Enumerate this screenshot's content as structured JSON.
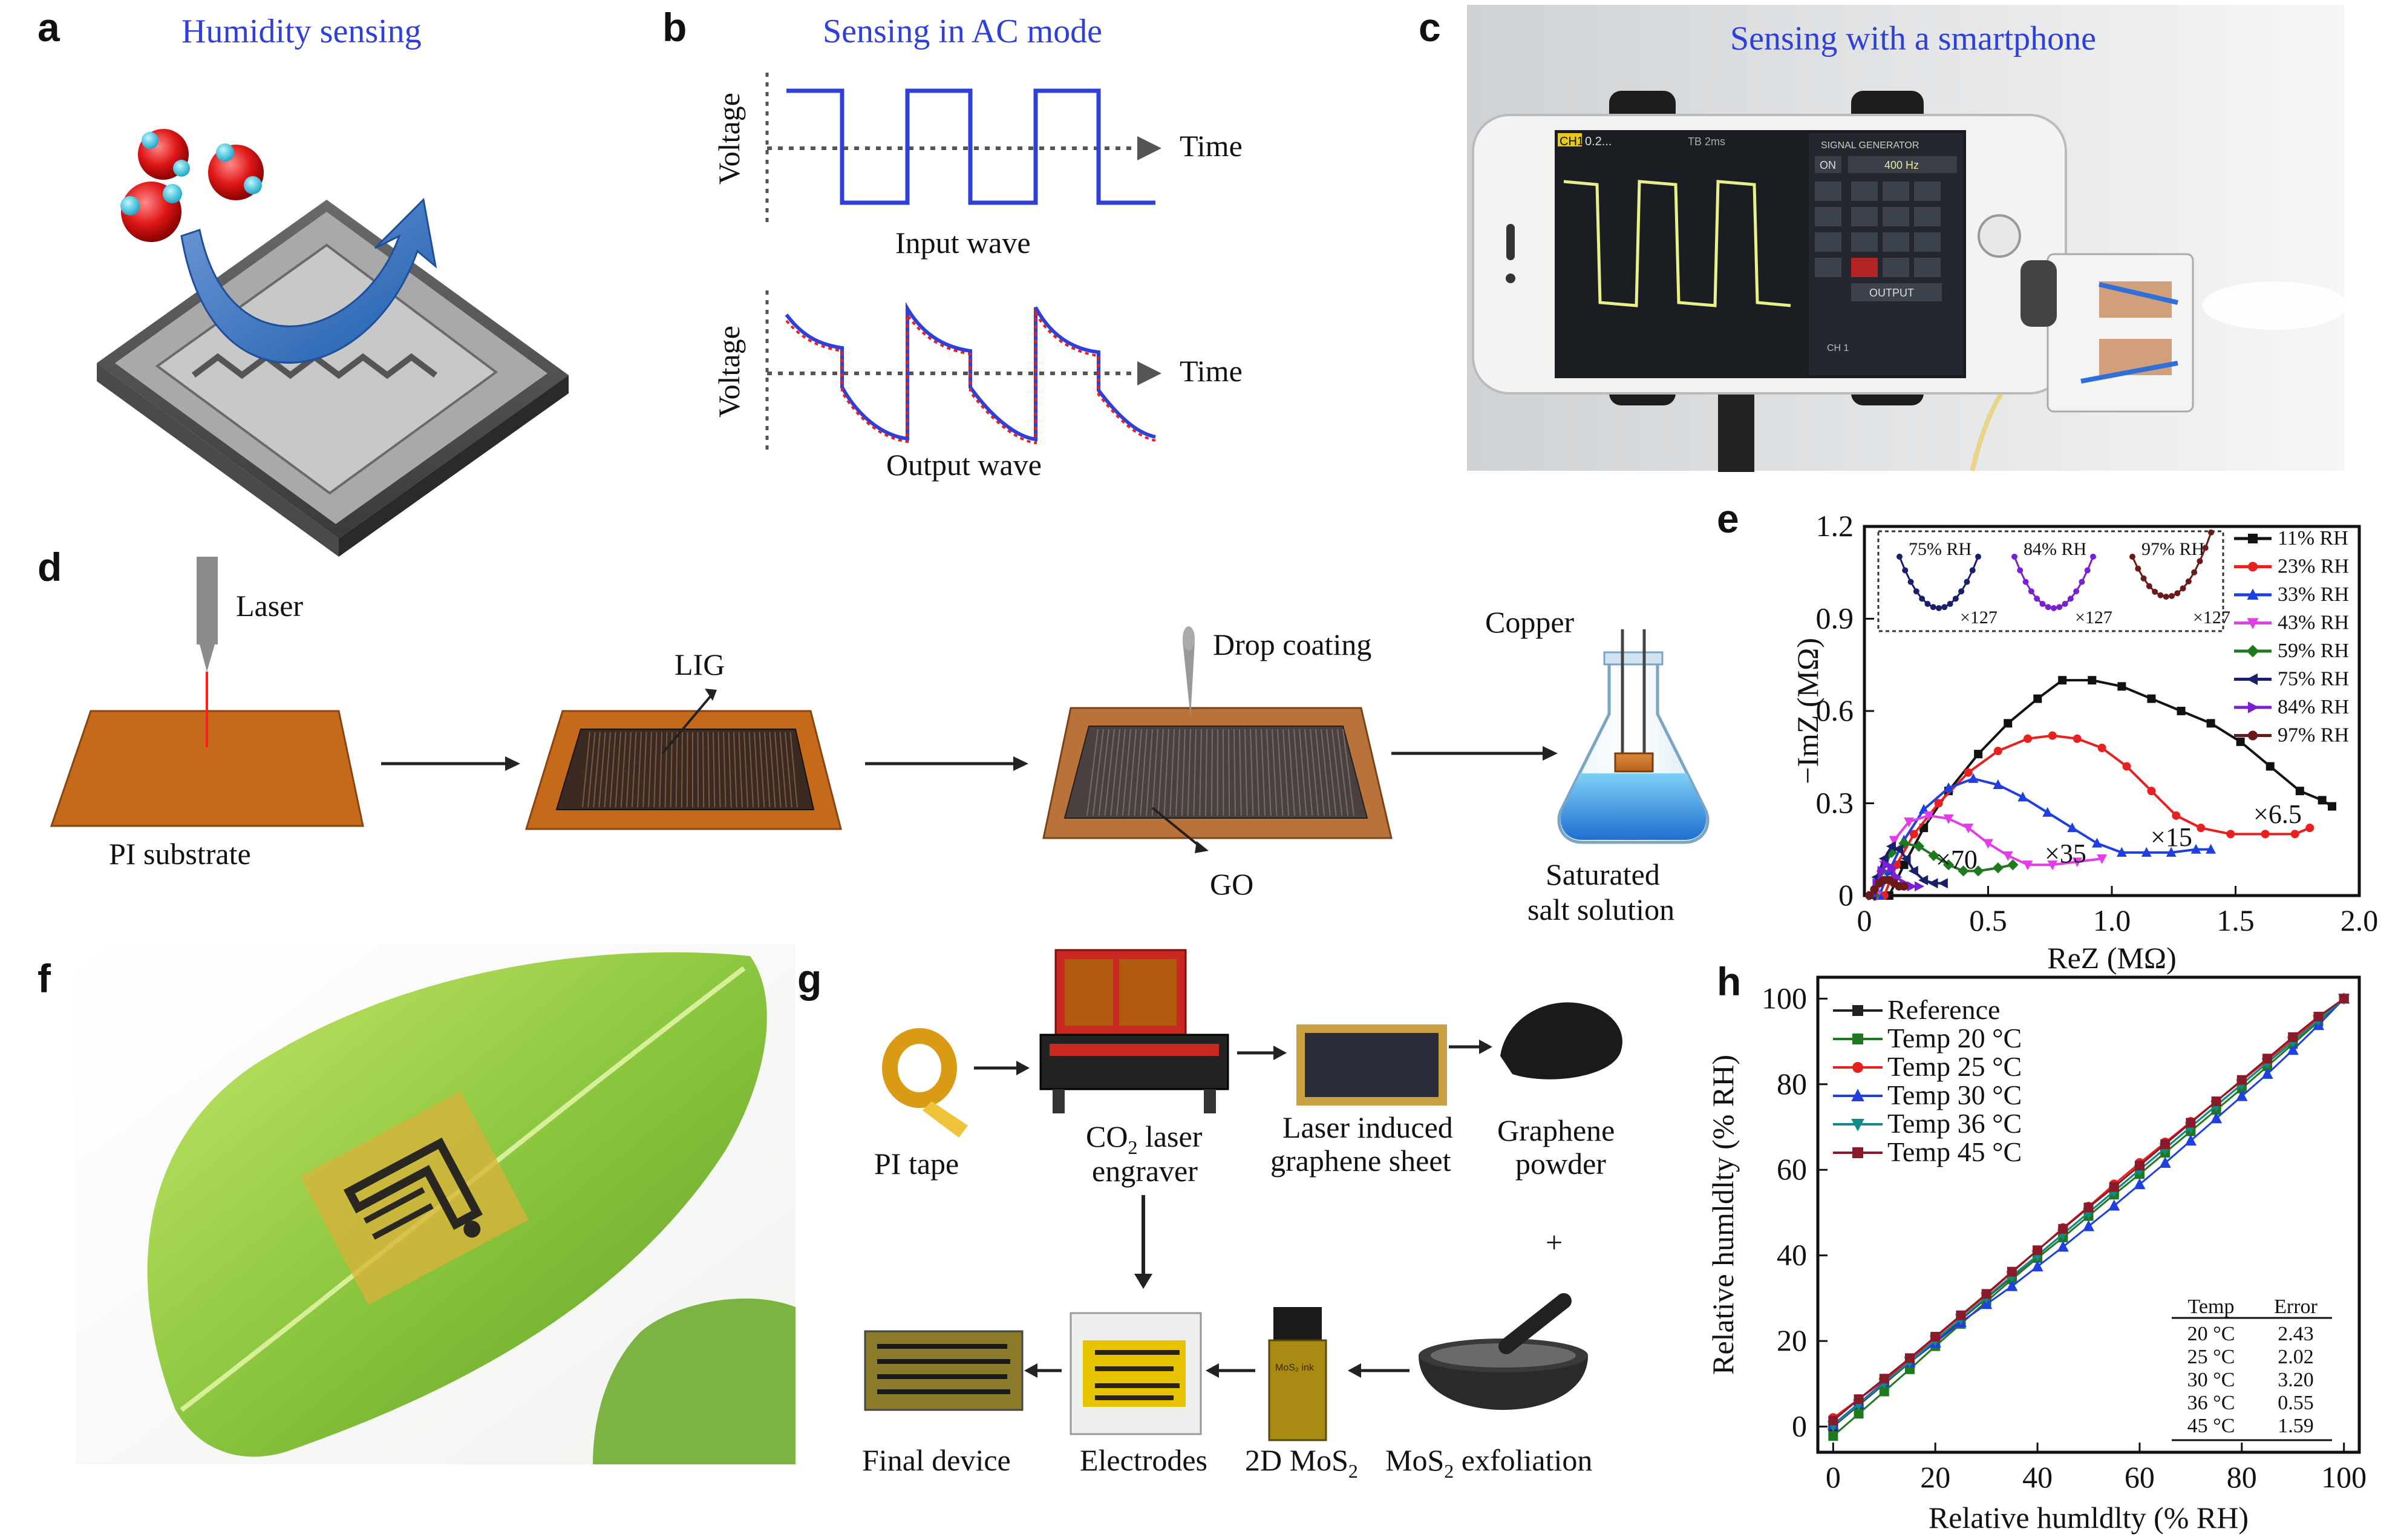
{
  "panels": {
    "a": {
      "letter": "a",
      "title": "Humidity sensing"
    },
    "b": {
      "letter": "b",
      "title": "Sensing in AC mode",
      "ylabel": "Voltage",
      "xlabel": "Time",
      "input_caption": "Input wave",
      "output_caption": "Output wave"
    },
    "c": {
      "letter": "c",
      "title": "Sensing with a smartphone",
      "phone_ui": {
        "ch1": "CH1",
        "rate": "0.2...",
        "tb": "TB  2ms",
        "generator_title": "SIGNAL GENERATOR",
        "on": "ON",
        "frequency": "400 Hz",
        "output": "OUTPUT",
        "ch": "CH 1"
      }
    },
    "d": {
      "letter": "d",
      "laser": "Laser",
      "substrate": "PI substrate",
      "lig": "LIG",
      "drop": "Drop coating",
      "go": "GO",
      "copper": "Copper",
      "salt_line1": "Saturated",
      "salt_line2": "salt solution"
    },
    "e": {
      "letter": "e"
    },
    "f": {
      "letter": "f"
    },
    "g": {
      "letter": "g",
      "pi_tape": "PI tape",
      "laser_line1": "CO",
      "laser_sub": "2",
      "laser_line1b": " laser",
      "laser_line2": "engraver",
      "lig_line1": "Laser induced",
      "lig_line2": "graphene sheet",
      "powder_line1": "Graphene",
      "powder_line2": "powder",
      "plus": "+",
      "final": "Final device",
      "electrodes": "Electrodes",
      "mos2_a": "2D MoS",
      "mos2_sub": "2",
      "exfol_a": "MoS",
      "exfol_sub": "2",
      "exfol_b": " exfoliation",
      "vial_label": "MoS₂ ink"
    },
    "h": {
      "letter": "h"
    }
  },
  "chart_data": [
    {
      "id": "e",
      "type": "scatter",
      "xlabel": "ReZ (MΩ)",
      "ylabel": "−ImZ (MΩ)",
      "xlim": [
        0,
        2.0
      ],
      "ylim": [
        0,
        1.2
      ],
      "xticks": [
        "0",
        "0.5",
        "1.0",
        "1.5",
        "2.0"
      ],
      "yticks": [
        "0",
        "0.3",
        "0.6",
        "0.9",
        "1.2"
      ],
      "legend_position": "top-right",
      "series": [
        {
          "name": "11% RH",
          "color": "#111111",
          "marker": "square",
          "points": [
            [
              0.1,
              0.0
            ],
            [
              0.16,
              0.1
            ],
            [
              0.24,
              0.22
            ],
            [
              0.34,
              0.34
            ],
            [
              0.46,
              0.46
            ],
            [
              0.58,
              0.56
            ],
            [
              0.7,
              0.64
            ],
            [
              0.8,
              0.7
            ],
            [
              0.92,
              0.7
            ],
            [
              1.04,
              0.68
            ],
            [
              1.16,
              0.64
            ],
            [
              1.28,
              0.6
            ],
            [
              1.4,
              0.56
            ],
            [
              1.52,
              0.5
            ],
            [
              1.64,
              0.42
            ],
            [
              1.76,
              0.34
            ],
            [
              1.85,
              0.31
            ],
            [
              1.89,
              0.29
            ]
          ]
        },
        {
          "name": "23% RH",
          "color": "#e8201f",
          "marker": "circle",
          "points": [
            [
              0.08,
              0.0
            ],
            [
              0.13,
              0.1
            ],
            [
              0.2,
              0.2
            ],
            [
              0.3,
              0.3
            ],
            [
              0.42,
              0.4
            ],
            [
              0.54,
              0.47
            ],
            [
              0.66,
              0.51
            ],
            [
              0.76,
              0.52
            ],
            [
              0.86,
              0.51
            ],
            [
              0.96,
              0.48
            ],
            [
              1.06,
              0.42
            ],
            [
              1.16,
              0.34
            ],
            [
              1.26,
              0.26
            ],
            [
              1.36,
              0.22
            ],
            [
              1.48,
              0.2
            ],
            [
              1.62,
              0.2
            ],
            [
              1.74,
              0.2
            ],
            [
              1.8,
              0.22
            ]
          ]
        },
        {
          "name": "33% RH",
          "color": "#1f3fe0",
          "marker": "triangle",
          "points": [
            [
              0.06,
              0.0
            ],
            [
              0.1,
              0.08
            ],
            [
              0.16,
              0.18
            ],
            [
              0.24,
              0.28
            ],
            [
              0.34,
              0.35
            ],
            [
              0.44,
              0.38
            ],
            [
              0.54,
              0.36
            ],
            [
              0.64,
              0.32
            ],
            [
              0.74,
              0.27
            ],
            [
              0.84,
              0.22
            ],
            [
              0.94,
              0.17
            ],
            [
              1.04,
              0.14
            ],
            [
              1.14,
              0.14
            ],
            [
              1.24,
              0.14
            ],
            [
              1.34,
              0.15
            ],
            [
              1.4,
              0.15
            ]
          ]
        },
        {
          "name": "43% RH",
          "color": "#e23de8",
          "marker": "triangle-down",
          "points": [
            [
              0.05,
              0.0
            ],
            [
              0.08,
              0.1
            ],
            [
              0.12,
              0.18
            ],
            [
              0.18,
              0.24
            ],
            [
              0.26,
              0.26
            ],
            [
              0.34,
              0.25
            ],
            [
              0.42,
              0.22
            ],
            [
              0.5,
              0.17
            ],
            [
              0.58,
              0.13
            ],
            [
              0.66,
              0.1
            ],
            [
              0.76,
              0.1
            ],
            [
              0.86,
              0.11
            ],
            [
              0.96,
              0.12
            ]
          ]
        },
        {
          "name": "59% RH",
          "color": "#1f7a1f",
          "marker": "diamond",
          "points": [
            [
              0.04,
              0.0
            ],
            [
              0.07,
              0.08
            ],
            [
              0.11,
              0.14
            ],
            [
              0.16,
              0.17
            ],
            [
              0.22,
              0.16
            ],
            [
              0.28,
              0.13
            ],
            [
              0.34,
              0.1
            ],
            [
              0.4,
              0.08
            ],
            [
              0.46,
              0.08
            ],
            [
              0.54,
              0.09
            ],
            [
              0.6,
              0.1
            ]
          ]
        },
        {
          "name": "75% RH",
          "color": "#1a1f6b",
          "marker": "triangle-left",
          "points": [
            [
              0.03,
              0.0
            ],
            [
              0.05,
              0.06
            ],
            [
              0.08,
              0.12
            ],
            [
              0.11,
              0.16
            ],
            [
              0.14,
              0.15
            ],
            [
              0.17,
              0.12
            ],
            [
              0.2,
              0.08
            ],
            [
              0.24,
              0.05
            ],
            [
              0.28,
              0.04
            ],
            [
              0.32,
              0.04
            ]
          ]
        },
        {
          "name": "84% RH",
          "color": "#7a1fd6",
          "marker": "triangle-right",
          "points": [
            [
              0.03,
              0.0
            ],
            [
              0.05,
              0.04
            ],
            [
              0.07,
              0.08
            ],
            [
              0.09,
              0.1
            ],
            [
              0.11,
              0.09
            ],
            [
              0.13,
              0.06
            ],
            [
              0.16,
              0.04
            ],
            [
              0.19,
              0.03
            ],
            [
              0.22,
              0.03
            ]
          ]
        },
        {
          "name": "97% RH",
          "color": "#6b1a1a",
          "marker": "circle",
          "points": [
            [
              0.02,
              0.0
            ],
            [
              0.04,
              0.02
            ],
            [
              0.06,
              0.04
            ],
            [
              0.08,
              0.05
            ],
            [
              0.1,
              0.05
            ],
            [
              0.12,
              0.04
            ],
            [
              0.14,
              0.03
            ],
            [
              0.16,
              0.03
            ]
          ]
        }
      ],
      "annotations": [
        "×6.5",
        "×15",
        "×35",
        "×70"
      ],
      "inset": {
        "labels": [
          "75% RH",
          "84% RH",
          "97% RH"
        ],
        "multiplier": "×127",
        "colors": [
          "#1a1f6b",
          "#7a1fd6",
          "#6b1a1a"
        ]
      }
    },
    {
      "id": "h",
      "type": "line",
      "xlabel": "Relative humldlty (% RH)",
      "ylabel": "Relative humldlty (% RH)",
      "xlim": [
        -3,
        103
      ],
      "ylim": [
        -6,
        105
      ],
      "xticks": [
        "0",
        "20",
        "40",
        "60",
        "80",
        "100"
      ],
      "yticks": [
        "0",
        "20",
        "40",
        "60",
        "80",
        "100"
      ],
      "legend_position": "top-left",
      "x": [
        0,
        5,
        10,
        15,
        20,
        25,
        30,
        35,
        40,
        45,
        50,
        55,
        60,
        65,
        70,
        75,
        80,
        85,
        90,
        95,
        100
      ],
      "series": [
        {
          "name": "Reference",
          "color": "#222222",
          "marker": "square",
          "values": [
            0,
            5,
            10,
            15,
            20,
            25,
            30,
            35,
            40,
            45,
            50,
            55,
            60,
            65,
            70,
            75,
            80,
            85,
            90,
            95,
            100
          ]
        },
        {
          "name": "Temp 20 °C",
          "color": "#1f7a1f",
          "marker": "square",
          "values": [
            -2.2,
            3.0,
            8.2,
            13.4,
            18.8,
            24.0,
            29.2,
            34.4,
            39.4,
            44.2,
            49.2,
            54.2,
            59.0,
            64.0,
            69.0,
            74.0,
            79.0,
            84.2,
            89.4,
            94.6,
            100
          ]
        },
        {
          "name": "Temp 25 °C",
          "color": "#e8201f",
          "marker": "circle",
          "values": [
            2.0,
            6.4,
            10.8,
            15.6,
            20.8,
            25.8,
            30.8,
            36.0,
            41.2,
            46.4,
            51.4,
            56.6,
            61.6,
            66.4,
            71.2,
            76.0,
            80.8,
            85.6,
            90.6,
            95.4,
            100
          ]
        },
        {
          "name": "Temp 30 °C",
          "color": "#1f3fe0",
          "marker": "triangle",
          "values": [
            0.4,
            5.4,
            10.4,
            15.0,
            19.6,
            24.4,
            28.6,
            32.8,
            37.4,
            42.0,
            46.8,
            51.6,
            56.6,
            61.6,
            66.8,
            72.0,
            77.2,
            82.4,
            88.0,
            93.8,
            100
          ]
        },
        {
          "name": "Temp 36 °C",
          "color": "#128a8a",
          "marker": "triangle-down",
          "values": [
            0.2,
            5.2,
            10.2,
            15.2,
            20.2,
            25.2,
            30.2,
            35.2,
            40.0,
            45.0,
            50.0,
            55.0,
            60.0,
            65.0,
            70.0,
            75.0,
            80.0,
            85.0,
            90.0,
            95.0,
            100
          ]
        },
        {
          "name": "Temp 45 °C",
          "color": "#8a1a2a",
          "marker": "square",
          "values": [
            1.4,
            6.4,
            11.2,
            16.0,
            21.0,
            26.0,
            31.0,
            36.2,
            41.2,
            46.2,
            51.2,
            56.0,
            61.0,
            66.0,
            71.0,
            76.0,
            81.0,
            86.0,
            91.0,
            95.8,
            100
          ]
        }
      ],
      "table": {
        "headers": [
          "Temp",
          "Error"
        ],
        "rows": [
          [
            "20 °C",
            "2.43"
          ],
          [
            "25 °C",
            "2.02"
          ],
          [
            "30 °C",
            "3.20"
          ],
          [
            "36 °C",
            "0.55"
          ],
          [
            "45 °C",
            "1.59"
          ]
        ]
      }
    }
  ]
}
